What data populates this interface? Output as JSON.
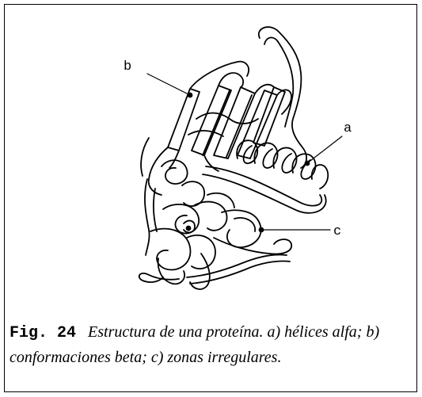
{
  "labels": {
    "a": "a",
    "b": "b",
    "c": "c"
  },
  "caption": {
    "number": "Fig. 24",
    "text": "Estructura de una proteína. a) hélices alfa; b) conformaciones beta; c) zonas irregulares."
  },
  "colors": {
    "line": "#000000",
    "background": "#ffffff"
  }
}
